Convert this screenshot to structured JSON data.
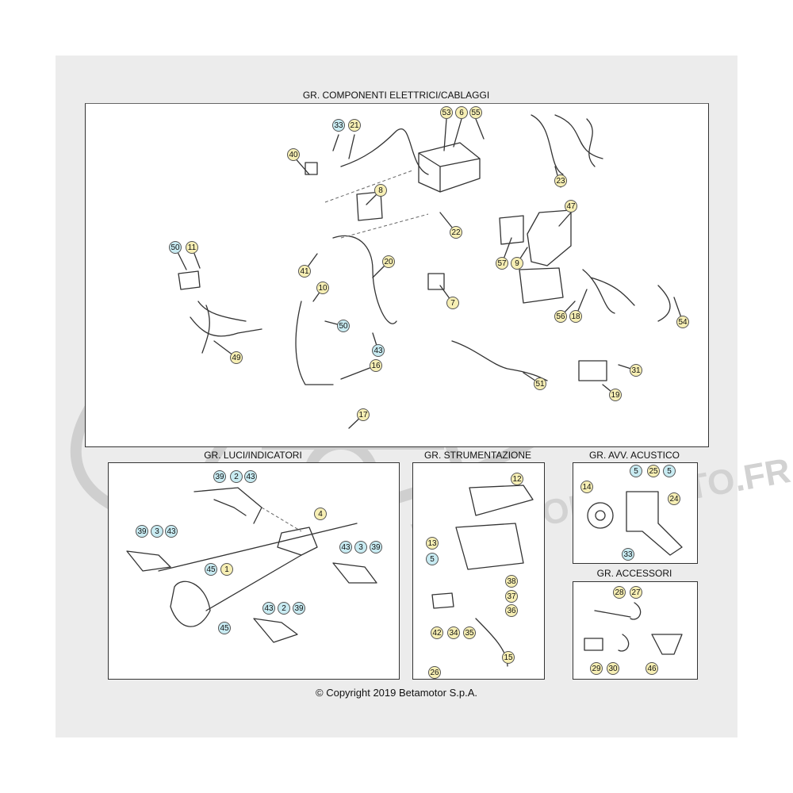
{
  "colors": {
    "label_yellow": "#f7efb4",
    "label_blue": "#c8ebf2",
    "sheet_bg": "#ececec"
  },
  "titles": {
    "main": "GR. COMPONENTI ELETTRICI/CABLAGGI",
    "lights": "GR. LUCI/INDICATORI",
    "dash": "GR. STRUMENTAZIONE",
    "horn": "GR. AVV. ACUSTICO",
    "accessories": "GR. ACCESSORI"
  },
  "copyright": "© Copyright 2019 Betamotor S.p.A.",
  "watermark": "WWW.BOMICMOTO.FR",
  "part_labels": [
    {
      "n": "33",
      "c": "b"
    },
    {
      "n": "21",
      "c": "y"
    },
    {
      "n": "53",
      "c": "y"
    },
    {
      "n": "6",
      "c": "y"
    },
    {
      "n": "55",
      "c": "y"
    },
    {
      "n": "40",
      "c": "y"
    },
    {
      "n": "8",
      "c": "y"
    },
    {
      "n": "23",
      "c": "y"
    },
    {
      "n": "47",
      "c": "y"
    },
    {
      "n": "22",
      "c": "y"
    },
    {
      "n": "50",
      "c": "b"
    },
    {
      "n": "11",
      "c": "y"
    },
    {
      "n": "57",
      "c": "y"
    },
    {
      "n": "9",
      "c": "y"
    },
    {
      "n": "41",
      "c": "y"
    },
    {
      "n": "20",
      "c": "y"
    },
    {
      "n": "10",
      "c": "y"
    },
    {
      "n": "7",
      "c": "y"
    },
    {
      "n": "56",
      "c": "y"
    },
    {
      "n": "18",
      "c": "y"
    },
    {
      "n": "54",
      "c": "y"
    },
    {
      "n": "50",
      "c": "b"
    },
    {
      "n": "43",
      "c": "b"
    },
    {
      "n": "49",
      "c": "y"
    },
    {
      "n": "16",
      "c": "y"
    },
    {
      "n": "31",
      "c": "y"
    },
    {
      "n": "51",
      "c": "y"
    },
    {
      "n": "19",
      "c": "y"
    },
    {
      "n": "17",
      "c": "y"
    },
    {
      "n": "39",
      "c": "b"
    },
    {
      "n": "2",
      "c": "b"
    },
    {
      "n": "43",
      "c": "b"
    },
    {
      "n": "4",
      "c": "y"
    },
    {
      "n": "39",
      "c": "b"
    },
    {
      "n": "3",
      "c": "b"
    },
    {
      "n": "43",
      "c": "b"
    },
    {
      "n": "43",
      "c": "b"
    },
    {
      "n": "3",
      "c": "b"
    },
    {
      "n": "39",
      "c": "b"
    },
    {
      "n": "45",
      "c": "b"
    },
    {
      "n": "1",
      "c": "y"
    },
    {
      "n": "43",
      "c": "b"
    },
    {
      "n": "2",
      "c": "b"
    },
    {
      "n": "39",
      "c": "b"
    },
    {
      "n": "45",
      "c": "b"
    },
    {
      "n": "12",
      "c": "y"
    },
    {
      "n": "13",
      "c": "y"
    },
    {
      "n": "5",
      "c": "b"
    },
    {
      "n": "38",
      "c": "y"
    },
    {
      "n": "37",
      "c": "y"
    },
    {
      "n": "36",
      "c": "y"
    },
    {
      "n": "42",
      "c": "y"
    },
    {
      "n": "34",
      "c": "y"
    },
    {
      "n": "35",
      "c": "y"
    },
    {
      "n": "15",
      "c": "y"
    },
    {
      "n": "26",
      "c": "y"
    },
    {
      "n": "5",
      "c": "b"
    },
    {
      "n": "25",
      "c": "y"
    },
    {
      "n": "5",
      "c": "b"
    },
    {
      "n": "14",
      "c": "y"
    },
    {
      "n": "24",
      "c": "y"
    },
    {
      "n": "33",
      "c": "b"
    },
    {
      "n": "28",
      "c": "y"
    },
    {
      "n": "27",
      "c": "y"
    },
    {
      "n": "29",
      "c": "y"
    },
    {
      "n": "30",
      "c": "y"
    },
    {
      "n": "46",
      "c": "y"
    }
  ]
}
